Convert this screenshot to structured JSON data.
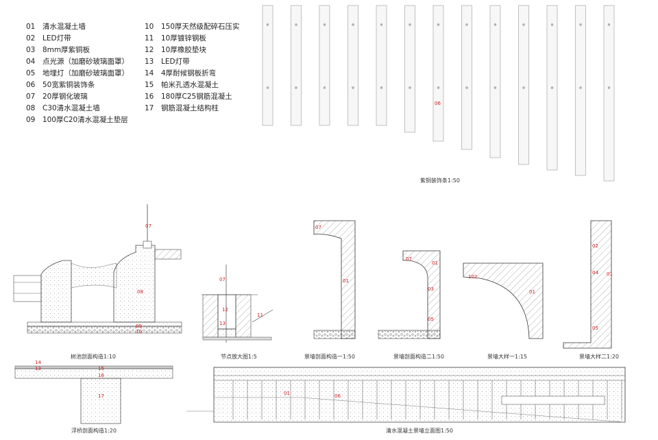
{
  "legend_left": [
    {
      "num": "01",
      "text": "清水混凝土墙"
    },
    {
      "num": "02",
      "text": "LED灯带"
    },
    {
      "num": "03",
      "text": "8mm厚紫铜板"
    },
    {
      "num": "04",
      "text": "点光源（加磨砂玻璃面罩）"
    },
    {
      "num": "05",
      "text": "地埋灯（加磨砂玻璃面罩）"
    },
    {
      "num": "06",
      "text": "50宽紫铜装饰条"
    },
    {
      "num": "07",
      "text": "20厚钢化玻璃"
    },
    {
      "num": "08",
      "text": "C30清水混凝土墙"
    },
    {
      "num": "09",
      "text": "100厚C20清水混凝土垫层"
    }
  ],
  "legend_right": [
    {
      "num": "10",
      "text": "150厚天然级配碎石压实"
    },
    {
      "num": "11",
      "text": "10厚镀锌钢板"
    },
    {
      "num": "12",
      "text": "10厚橡胶垫块"
    },
    {
      "num": "13",
      "text": "LED灯带"
    },
    {
      "num": "14",
      "text": "4厚耐候钢板折弯"
    },
    {
      "num": "15",
      "text": "帕米孔透水混凝土"
    },
    {
      "num": "16",
      "text": "180厚C25钢筋混凝土"
    },
    {
      "num": "17",
      "text": "钢筋混凝土结构柱"
    }
  ],
  "captions": {
    "copper_strips": "紫铜装饰条1:50",
    "pool_section": "树池剖面构造1:10",
    "node_detail": "节点放大图1:5",
    "wall_section_1": "景墙剖面构造一1:50",
    "wall_section_2": "景墙剖面构造二1:50",
    "wall_detail_1": "景墙大样一1:15",
    "wall_detail_2": "景墙大样二1:20",
    "bridge_section": "浮桥剖面构造1:20",
    "wall_elevation": "清水混凝土景墙立面图1:50"
  },
  "tags": {
    "strip": "06",
    "pool": [
      "07",
      "08",
      "09",
      "10"
    ],
    "node": [
      "07",
      "12",
      "13",
      "11"
    ],
    "wall1": [
      "07",
      "01"
    ],
    "wall2": [
      "07",
      "01",
      "03",
      "05"
    ],
    "detail1": [
      "102",
      "01"
    ],
    "detail2": [
      "02",
      "04",
      "01",
      "05"
    ],
    "bridge": [
      "14",
      "13",
      "15",
      "16",
      "17"
    ],
    "elevation": [
      "01",
      "06"
    ]
  }
}
